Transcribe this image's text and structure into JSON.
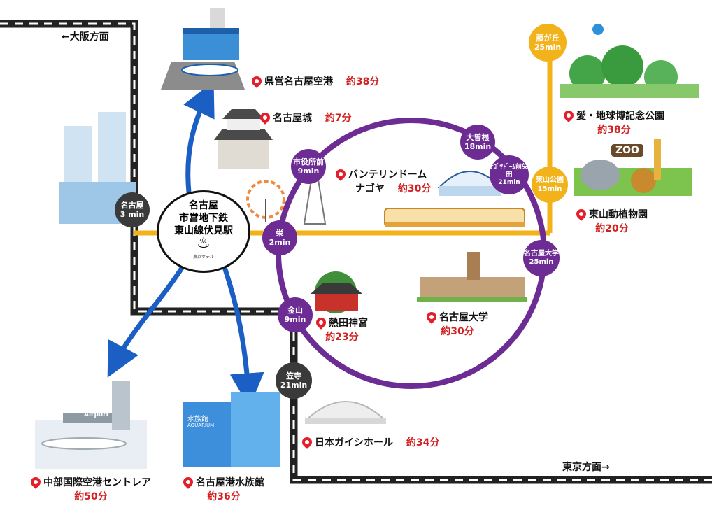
{
  "directions": {
    "osaka": "←大阪方面",
    "tokyo": "東京方面→"
  },
  "hub": {
    "line1": "名古屋",
    "line2": "市営地下鉄",
    "line3": "東山線伏見駅",
    "logo": "東京ホテル"
  },
  "stations": [
    {
      "name": "名古屋",
      "time": "3 min"
    },
    {
      "name": "栄",
      "time": "2min"
    },
    {
      "name": "市役所前",
      "time": "9min"
    },
    {
      "name": "大曽根",
      "time": "18min"
    },
    {
      "name": "ﾅｺﾞﾔﾄﾞｰﾑ前矢田",
      "time": "21min"
    },
    {
      "name": "名古屋大学",
      "time": "25min"
    },
    {
      "name": "金山",
      "time": "9min"
    },
    {
      "name": "笠寺",
      "time": "21min"
    },
    {
      "name": "藤が丘",
      "time": "25min"
    },
    {
      "name": "東山公園",
      "time": "15min"
    }
  ],
  "places": [
    {
      "name": "県営名古屋空港",
      "time": "約38分"
    },
    {
      "name": "名古屋城",
      "time": "約7分"
    },
    {
      "name": "バンテリンドーム",
      "name2": "ナゴヤ",
      "time": "約30分"
    },
    {
      "name": "愛・地球博記念公園",
      "time": "約38分"
    },
    {
      "name": "東山動植物園",
      "time": "約20分"
    },
    {
      "name": "名古屋大学",
      "time": "約30分"
    },
    {
      "name": "熱田神宮",
      "time": "約23分"
    },
    {
      "name": "日本ガイシホール",
      "time": "約34分"
    },
    {
      "name": "中部国際空港セントレア",
      "time": "約50分"
    },
    {
      "name": "名古屋港水族館",
      "time": "約36分"
    }
  ],
  "illustration_labels": {
    "airport_sign": "Airport",
    "aquarium_sign": "水族館",
    "aquarium_sub": "AQUARIUM",
    "zoo_sign": "ZOO"
  },
  "colors": {
    "rail": "#222222",
    "loop": "#6d2c94",
    "higashiyama": "#f2b21a",
    "arrow": "#1b5fc4",
    "time": "#d21f1f"
  }
}
